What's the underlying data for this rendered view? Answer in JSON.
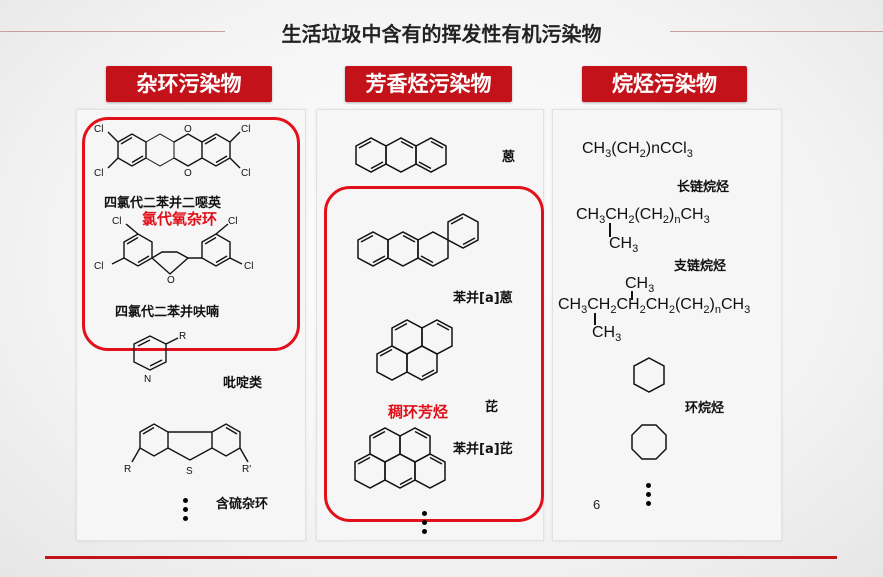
{
  "title": "生活垃圾中含有的挥发性有机污染物",
  "categories": {
    "heterocyclic": "杂环污染物",
    "aromatic": "芳香烃污染物",
    "alkane": "烷烃污染物"
  },
  "heterocyclic": {
    "tcdd": "四氯代二苯并二噁英",
    "chlorinated_oxa": "氯代氧杂环",
    "tcdf": "四氯代二苯并呋喃",
    "pyridines": "吡啶类",
    "sulfur_hetero": "含硫杂环",
    "atom_cl": "Cl",
    "atom_o": "O",
    "atom_n": "N",
    "atom_s": "S",
    "atom_r": "R",
    "atom_r_prime": "R'"
  },
  "aromatic": {
    "anthracene": "蒽",
    "benz_a_anthracene": "苯并[a]蒽",
    "pyrene": "芘",
    "fused_ring": "稠环芳烃",
    "benzo_a_pyrene": "苯并[a]芘"
  },
  "alkane": {
    "long_chain": "长链烷烃",
    "branched": "支链烷烃",
    "cycloalkane": "环烷烃",
    "page_number": "6"
  },
  "colors": {
    "accent": "#c4121a",
    "highlight": "#e3101b"
  },
  "icons": [
    "chemical-structure",
    "ellipsis-vertical"
  ]
}
